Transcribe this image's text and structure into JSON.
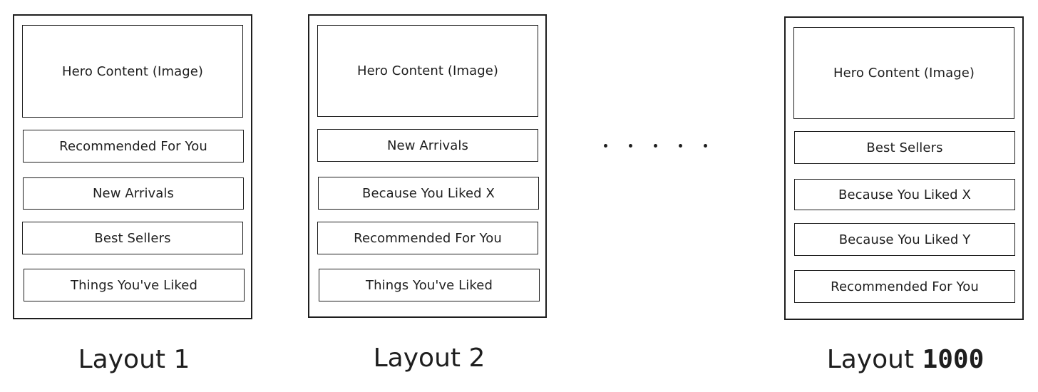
{
  "layouts": [
    {
      "hero": "Hero Content (Image)",
      "rows": [
        "Recommended For You",
        "New Arrivals",
        "Best Sellers",
        "Things You've Liked"
      ],
      "caption_word": "Layout",
      "caption_number": "1"
    },
    {
      "hero": "Hero Content (Image)",
      "rows": [
        "New Arrivals",
        "Because You Liked X",
        "Recommended For You",
        "Things You've Liked"
      ],
      "caption_word": "Layout",
      "caption_number": "2"
    },
    {
      "hero": "Hero Content (Image)",
      "rows": [
        "Best Sellers",
        "Because You Liked X",
        "Because You Liked Y",
        "Recommended For You"
      ],
      "caption_word": "Layout",
      "caption_number": "1000"
    }
  ],
  "ellipsis_dot_count": 5
}
